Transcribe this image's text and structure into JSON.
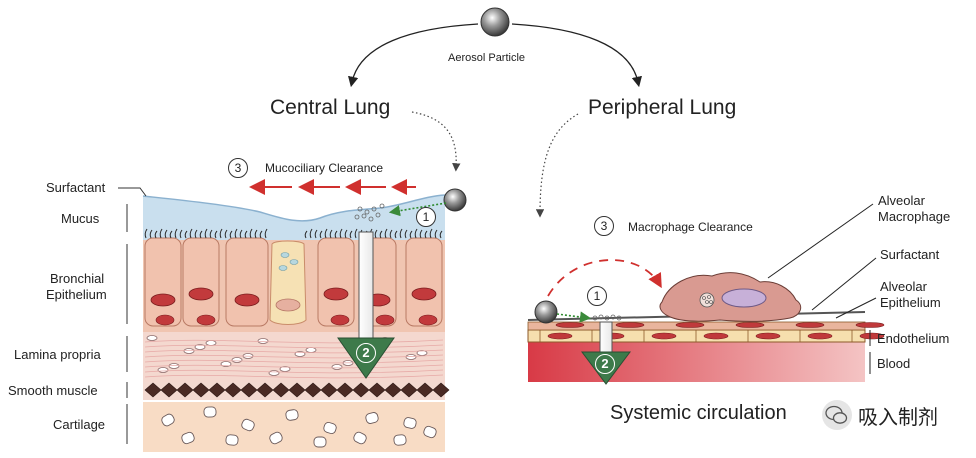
{
  "top": {
    "particle_label": "Aerosol Particle",
    "central_title": "Central Lung",
    "peripheral_title": "Peripheral Lung"
  },
  "central": {
    "clearance_num": "3",
    "clearance_label": "Mucociliary Clearance",
    "step1": "1",
    "step2": "2",
    "layers": {
      "surfactant": "Surfactant",
      "mucus": "Mucus",
      "bronchial_1": "Bronchial",
      "bronchial_2": "Epithelium",
      "lamina": "Lamina propria",
      "smooth": "Smooth muscle",
      "cartilage": "Cartilage"
    }
  },
  "peripheral": {
    "clearance_num": "3",
    "clearance_label": "Macrophage Clearance",
    "step1": "1",
    "step2": "2",
    "labels": {
      "alv_mac_1": "Alveolar",
      "alv_mac_2": "Macrophage",
      "surfactant": "Surfactant",
      "alv_epi_1": "Alveolar",
      "alv_epi_2": "Epithelium",
      "endothelium": "Endothelium",
      "blood": "Blood"
    },
    "systemic": "Systemic circulation"
  },
  "watermark": {
    "text": "吸入制剂"
  },
  "colors": {
    "mucus": "#c9dfee",
    "cell": "#f2c3ad",
    "nucleus": "#c0393b",
    "lamina": "#f3d6cc",
    "muscle": "#4a2a24",
    "cartilage": "#f7dcc6",
    "blood": "#d8404a",
    "arrow_green": "#4f7b58",
    "clearance_red": "#d0302e"
  }
}
